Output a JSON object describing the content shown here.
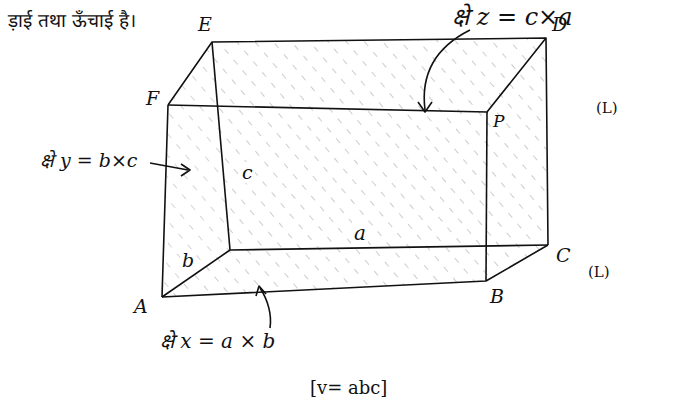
{
  "diagram": {
    "labels": [
      "ड़ाई तथा ऊँचाई है।",
      "क्षे z = c×a",
      "क्षे y = b×c",
      "क्षे x = a × b",
      "[v= abc]",
      "A",
      "B",
      "C",
      "D",
      "E",
      "F",
      "P",
      "c",
      "a",
      "b",
      "(L)",
      "(L)"
    ]
  }
}
